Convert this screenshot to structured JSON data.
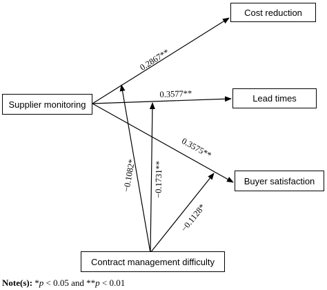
{
  "nodes": {
    "cost_reduction": "Cost reduction",
    "supplier_monitoring": "Supplier monitoring",
    "lead_times": "Lead times",
    "buyer_satisfaction": "Buyer satisfaction",
    "contract_management_difficulty": "Contract management difficulty"
  },
  "coefficients": {
    "sm_to_cost": "0.2867**",
    "sm_to_lead": "0.3577**",
    "sm_to_buyer": "0.3575**",
    "mod_cost": "−0.1082*",
    "mod_lead": "−0.1731**",
    "mod_buyer": "−0.1128*"
  },
  "note": {
    "label": "Note(s):",
    "part1": " *",
    "p1": "p",
    "part2": " < 0.05 and **",
    "p2": "p",
    "part3": " < 0.01"
  }
}
